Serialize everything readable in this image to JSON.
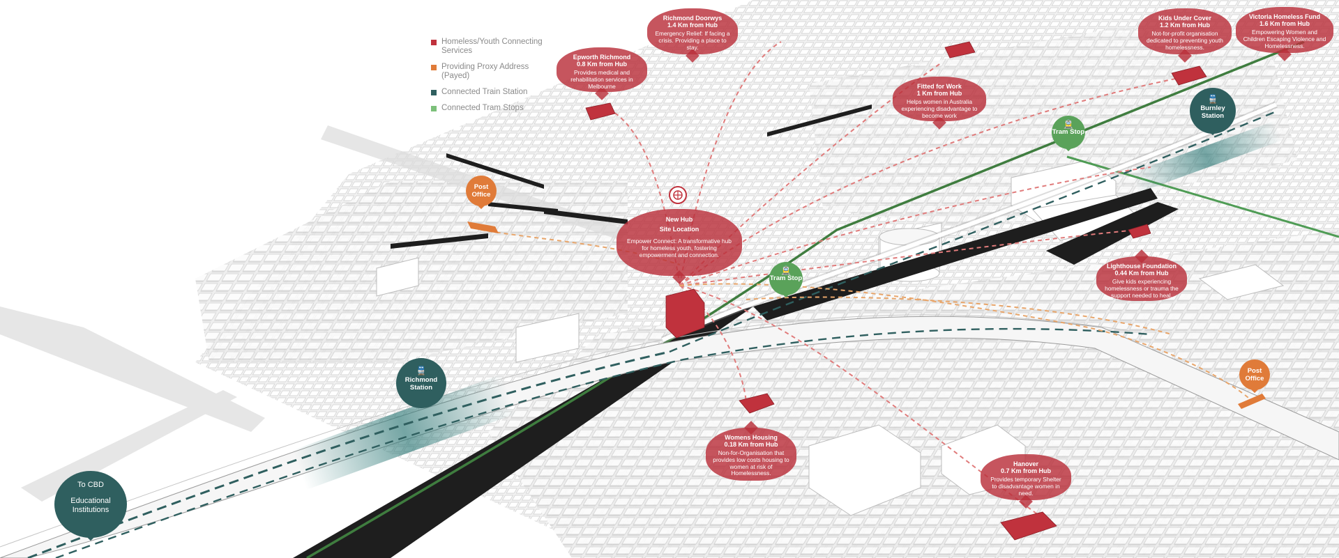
{
  "legend": [
    {
      "label": "Homeless/Youth Connecting Services",
      "color": "#c0323d"
    },
    {
      "label": "Providing Proxy Address (Payed)",
      "color": "#e07b39"
    },
    {
      "label": "Connected Train Station",
      "color": "#2f5f5f"
    },
    {
      "label": "Connected Tram Stops",
      "color": "#7cc07a"
    }
  ],
  "colors": {
    "service_red": "#ba303a",
    "proxy_orange": "#e07b39",
    "train_teal": "#2f5f5f",
    "tram_green": "#5aa25a",
    "rail_green": "#3f7d3f"
  },
  "services": {
    "doorways": {
      "title": "Richmond Doorwys",
      "distance": "1.4 Km from Hub",
      "desc": "Emergency Relief: If facing a crisis. Providing a place to stay."
    },
    "epworth": {
      "title": "Epworth Richmond",
      "distance": "0.8 Km from Hub",
      "desc": "Provides medical and rehabilitation services in Melbourne"
    },
    "fitted": {
      "title": "Fitted for Work",
      "distance": "1 Km from Hub",
      "desc": "Helps women in Australia experiencing disadvantage to become work"
    },
    "kids": {
      "title": "Kids Under Cover",
      "distance": "1.2 Km from Hub",
      "desc": "Not-for-profit organisation dedicated to preventing youth homelessness."
    },
    "victoria": {
      "title": "Victoria Homeless Fund",
      "distance": "1.6 Km from Hub",
      "desc": "Empowering Women and Children Escaping Violence and Homelessness."
    },
    "hub": {
      "title": "New Hub",
      "distance": "Site Location",
      "desc": "Empower Connect: A transformative hub for homeless youth, fostering empowerment and connection."
    },
    "lighthouse": {
      "title": "Lighthouse Foundation",
      "distance": "0.44 Km from Hub",
      "desc": "Give kids experiencing homelessness or trauma the support needed to heal."
    },
    "womens": {
      "title": "Womens Housing",
      "distance": "0.18 Km from Hub",
      "desc": "Non-for-Organisation that provides low costs housing to women at risk of Homelessness."
    },
    "hanover": {
      "title": "Hanover",
      "distance": "0.7 Km from Hub",
      "desc": "Provides temporary Shelter to disadvantage women in need."
    }
  },
  "pins": {
    "post_office_1": {
      "label": "Post Office",
      "icon": "post-office-icon"
    },
    "post_office_2": {
      "label": "Post Office",
      "icon": "post-office-icon"
    },
    "tram_1": {
      "label": "Tram Stop",
      "icon": "tram-icon"
    },
    "tram_2": {
      "label": "Tram Stop",
      "icon": "tram-icon"
    },
    "richmond_station": {
      "label": "Richmond Station",
      "icon": "train-icon"
    },
    "burnley_station": {
      "label": "Burnley Station",
      "icon": "train-icon"
    },
    "cbd": {
      "line1": "To CBD",
      "line2": "Educational Institutions"
    }
  }
}
